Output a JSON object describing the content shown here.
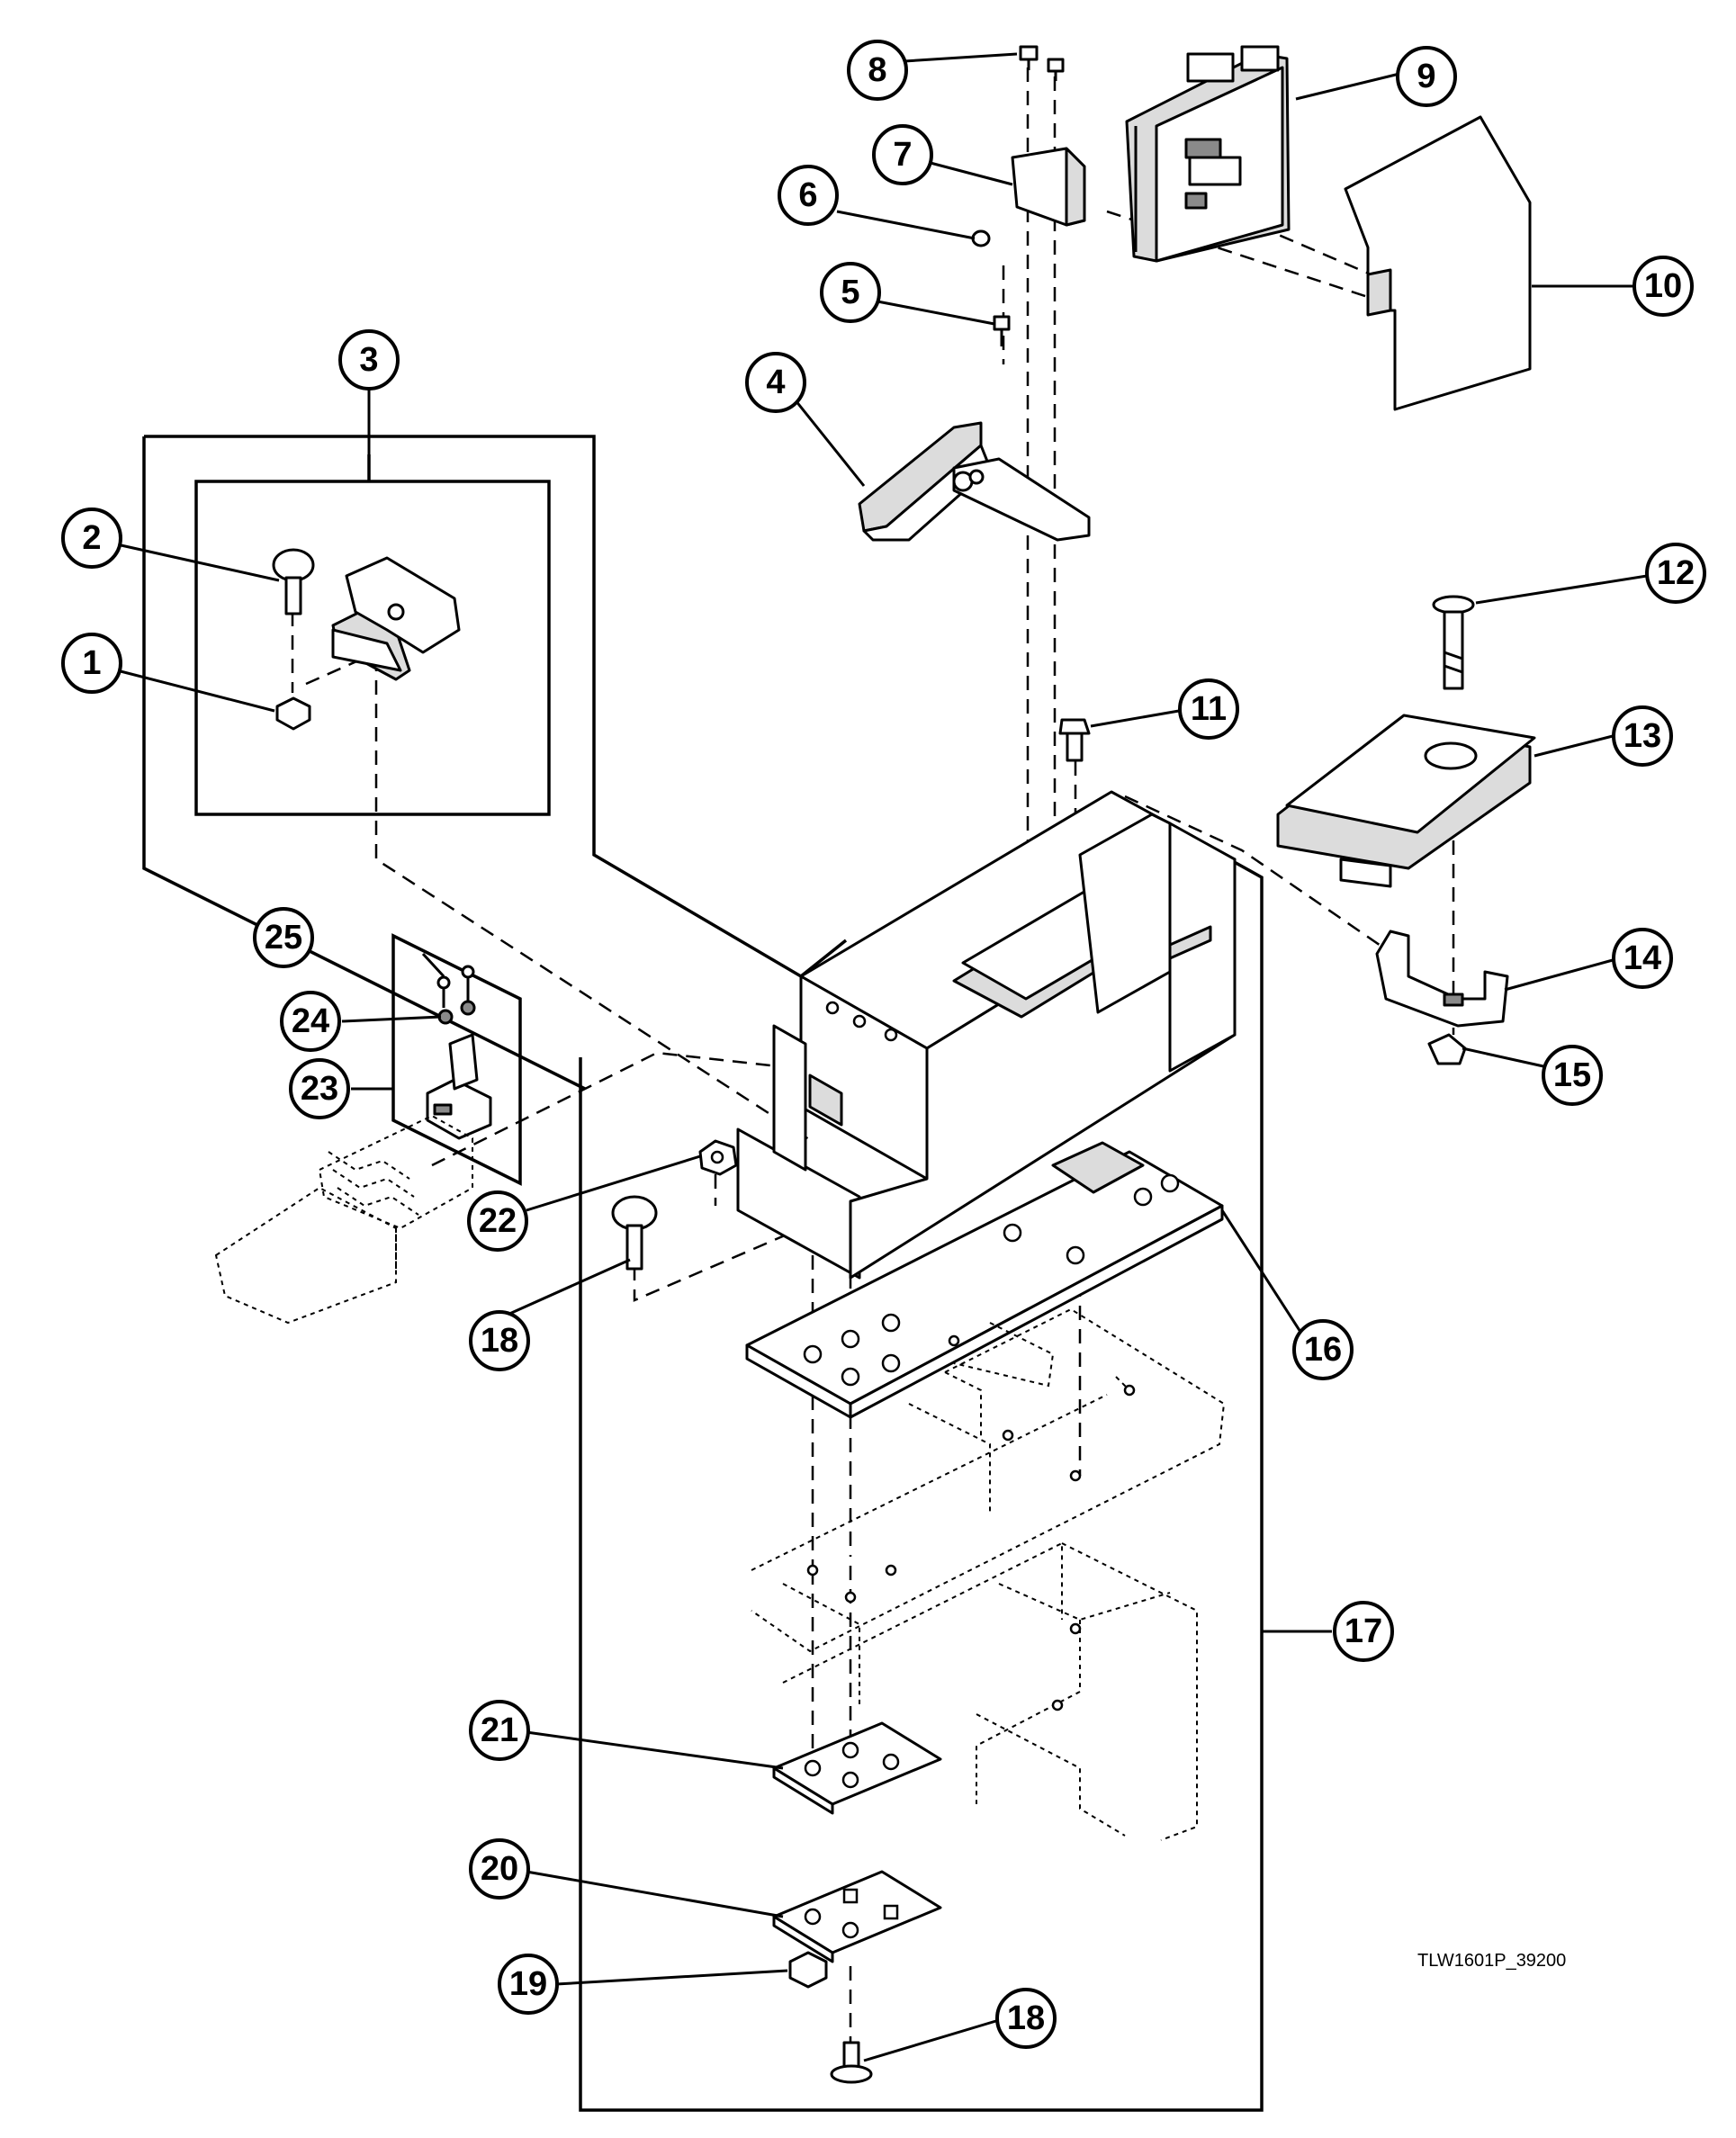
{
  "drawing_number": "TLW1601P_39200",
  "callouts": [
    {
      "id": "c1",
      "number": "1"
    },
    {
      "id": "c2",
      "number": "2"
    },
    {
      "id": "c3",
      "number": "3"
    },
    {
      "id": "c4",
      "number": "4"
    },
    {
      "id": "c5",
      "number": "5"
    },
    {
      "id": "c6",
      "number": "6"
    },
    {
      "id": "c7",
      "number": "7"
    },
    {
      "id": "c8",
      "number": "8"
    },
    {
      "id": "c9",
      "number": "9"
    },
    {
      "id": "c10",
      "number": "10"
    },
    {
      "id": "c11",
      "number": "11"
    },
    {
      "id": "c12",
      "number": "12"
    },
    {
      "id": "c13",
      "number": "13"
    },
    {
      "id": "c14",
      "number": "14"
    },
    {
      "id": "c15",
      "number": "15"
    },
    {
      "id": "c16",
      "number": "16"
    },
    {
      "id": "c17",
      "number": "17"
    },
    {
      "id": "c18a",
      "number": "18"
    },
    {
      "id": "c18b",
      "number": "18"
    },
    {
      "id": "c19",
      "number": "19"
    },
    {
      "id": "c20",
      "number": "20"
    },
    {
      "id": "c21",
      "number": "21"
    },
    {
      "id": "c22",
      "number": "22"
    },
    {
      "id": "c23",
      "number": "23"
    },
    {
      "id": "c24",
      "number": "24"
    },
    {
      "id": "c25",
      "number": "25"
    }
  ]
}
